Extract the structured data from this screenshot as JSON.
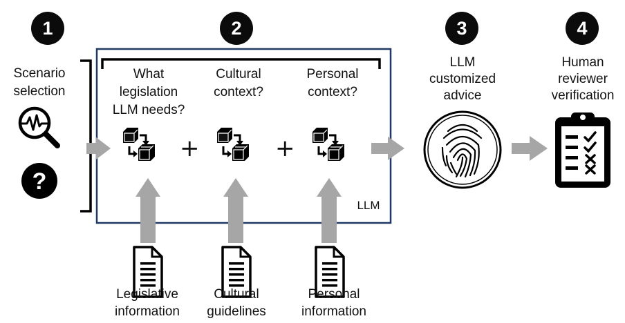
{
  "steps": [
    {
      "number": "1",
      "label": "Scenario\nselection"
    },
    {
      "number": "2"
    },
    {
      "number": "3",
      "label": "LLM\ncustomized\nadvice"
    },
    {
      "number": "4",
      "label": "Human\nreviewer\nverification"
    }
  ],
  "questions": [
    "What\nlegislation\nLLM needs?",
    "Cultural\ncontext?",
    "Personal\ncontext?"
  ],
  "plus_signs": [
    "+",
    "+"
  ],
  "llm_box_label": "LLM",
  "inputs": [
    "Legislative\ninformation",
    "Cultural\nguidelines",
    "Personal\ninformation"
  ],
  "colors": {
    "box_border": "#1f3864",
    "arrow": "#a6a6a6",
    "badge": "#0b0b0b"
  }
}
